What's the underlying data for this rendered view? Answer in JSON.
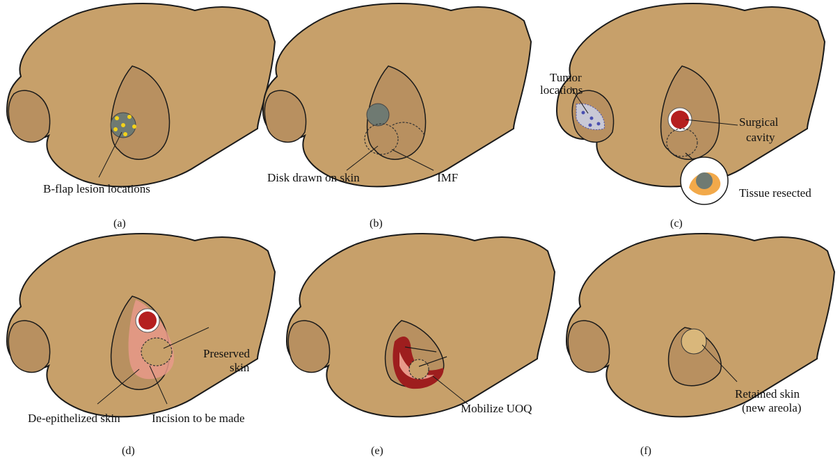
{
  "panels": [
    {
      "caption": "(a)",
      "labels": {
        "lesion": "B-flap lesion locations"
      }
    },
    {
      "caption": "(b)",
      "labels": {
        "disk": "Disk drawn on skin",
        "imf": "IMF"
      }
    },
    {
      "caption": "(c)",
      "labels": {
        "tumor_line1": "Tumor",
        "tumor_line2": "locations",
        "cavity_line1": "Surgical",
        "cavity_line2": "cavity",
        "resected": "Tissue resected"
      }
    },
    {
      "caption": "(d)",
      "labels": {
        "deep": "De-epithelized skin",
        "incision": "Incision to be made",
        "preserved_line1": "Preserved",
        "preserved_line2": "skin"
      }
    },
    {
      "caption": "(e)",
      "labels": {
        "mobilize": "Mobilize UOQ"
      }
    },
    {
      "caption": "(f)",
      "labels": {
        "retained_line1": "Retained skin",
        "retained_line2": "(new areola)"
      }
    }
  ],
  "colors": {
    "skin": "#c7a06a",
    "skin_dark": "#a47e4c",
    "outline": "#1a1a1a",
    "cavity": "#b51f1f",
    "deepith": "#e89a8a",
    "nipple": "#6f7a72",
    "marker": "#f2d21b",
    "tumor_marker": "#4a4fb0"
  }
}
